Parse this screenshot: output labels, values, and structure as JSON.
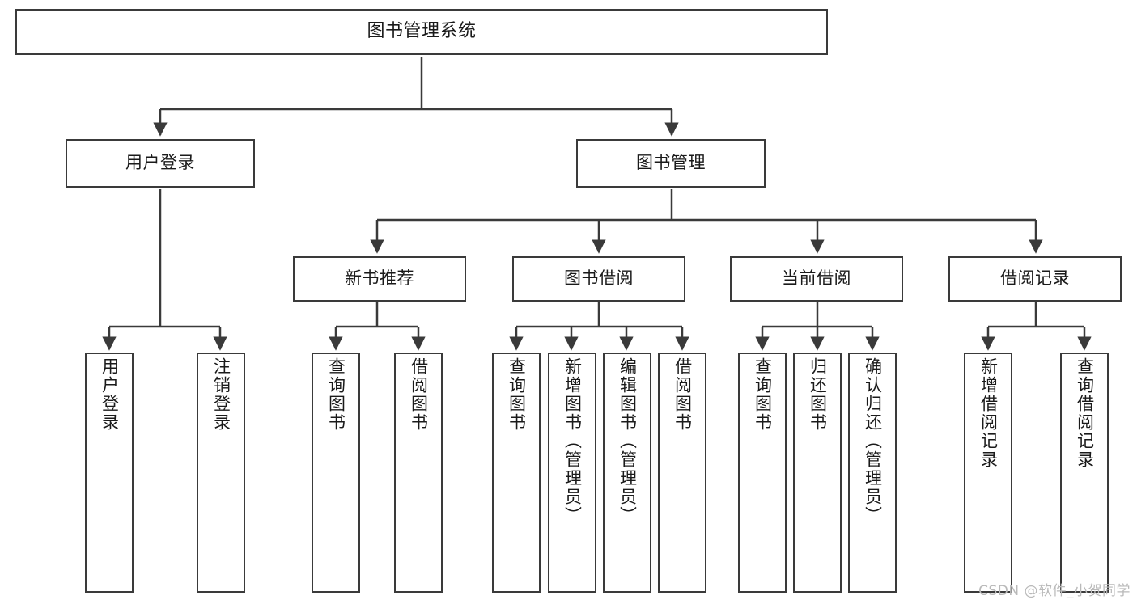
{
  "diagram": {
    "title": "图书管理系统",
    "type": "tree-hierarchy-chart",
    "watermark": "CSDN @软件_小贺同学",
    "colors": {
      "box_border": "#3a3a3a",
      "box_fill": "#ffffff",
      "line": "#3a3a3a",
      "text": "#1a1a1a",
      "watermark": "#b9b9b9"
    },
    "root": {
      "id": "root",
      "label": "图书管理系统"
    },
    "level2": [
      {
        "id": "user-login",
        "label": "用户登录"
      },
      {
        "id": "book-manage",
        "label": "图书管理"
      }
    ],
    "level3": [
      {
        "id": "new-book-rec",
        "label": "新书推荐"
      },
      {
        "id": "book-borrow",
        "label": "图书借阅"
      },
      {
        "id": "current-borrow",
        "label": "当前借阅"
      },
      {
        "id": "borrow-record",
        "label": "借阅记录"
      }
    ],
    "leaves": {
      "user_login": [
        {
          "id": "leaf-user-login",
          "label": "用户登录"
        },
        {
          "id": "leaf-logout",
          "label": "注销登录"
        }
      ],
      "new_book_rec": [
        {
          "id": "leaf-query-book-1",
          "label": "查询图书"
        },
        {
          "id": "leaf-borrow-book-1",
          "label": "借阅图书"
        }
      ],
      "book_borrow": [
        {
          "id": "leaf-query-book-2",
          "label": "查询图书"
        },
        {
          "id": "leaf-add-book",
          "label": "新增图书（管理员）"
        },
        {
          "id": "leaf-edit-book",
          "label": "编辑图书（管理员）"
        },
        {
          "id": "leaf-borrow-book-2",
          "label": "借阅图书"
        }
      ],
      "current_borrow": [
        {
          "id": "leaf-query-book-3",
          "label": "查询图书"
        },
        {
          "id": "leaf-return-book",
          "label": "归还图书"
        },
        {
          "id": "leaf-confirm-return",
          "label": "确认归还（管理员）"
        }
      ],
      "borrow_record": [
        {
          "id": "leaf-add-record",
          "label": "新增借阅记录"
        },
        {
          "id": "leaf-query-record",
          "label": "查询借阅记录"
        }
      ]
    }
  }
}
